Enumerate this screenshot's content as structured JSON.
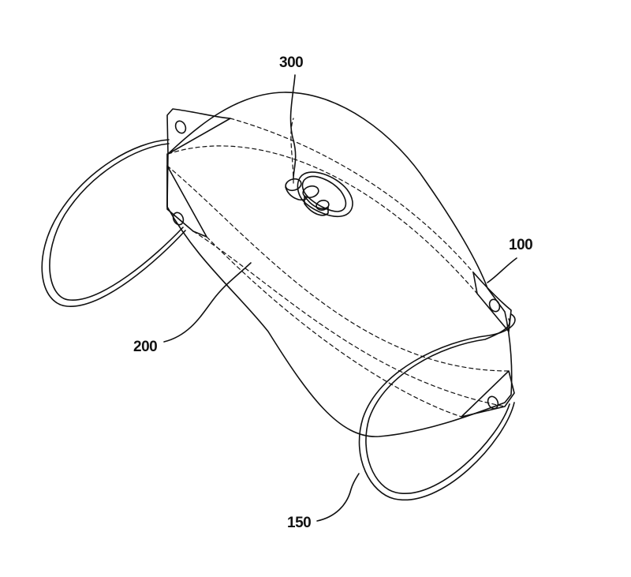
{
  "figure": {
    "labels": {
      "ref_300": "300",
      "ref_100": "100",
      "ref_200": "200",
      "ref_150": "150"
    },
    "colors": {
      "ink": "#111111",
      "paper": "#ffffff"
    }
  }
}
